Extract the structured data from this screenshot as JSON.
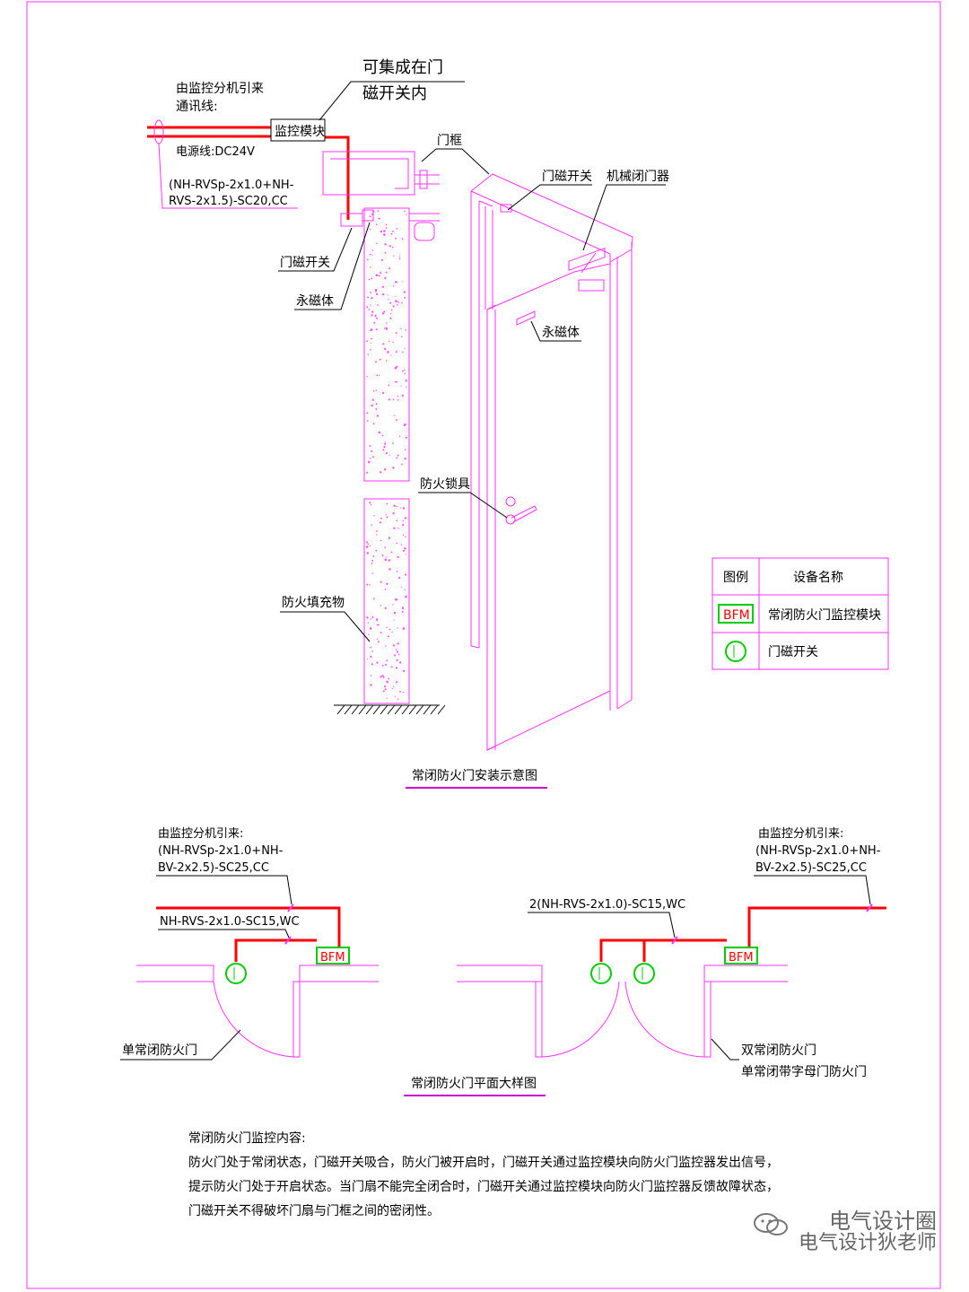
{
  "install": {
    "callout_top_1": "可集成在门",
    "callout_top_2": "磁开关内",
    "source_1": "由监控分机引来",
    "source_2": "通讯线:",
    "module": "监控模块",
    "power": "电源线:DC24V",
    "cable_1": "(NH-RVSp-2x1.0+NH-",
    "cable_2": "RVS-2x1.5)-SC20,CC",
    "door_frame": "门框",
    "door_switch": "门磁开关",
    "closer": "机械闭门器",
    "left_switch": "门磁开关",
    "left_magnet": "永磁体",
    "magnet": "永磁体",
    "lock": "防火锁具",
    "fill": "防火填充物",
    "title": "常闭防火门安装示意图"
  },
  "legend": {
    "col_symbol": "图例",
    "col_name": "设备名称",
    "rows": [
      {
        "symbol": "BFM",
        "name": "常闭防火门监控模块"
      },
      {
        "symbol": "",
        "name": "门磁开关"
      }
    ]
  },
  "plan": {
    "left_src_1": "由监控分机引来:",
    "left_src_2": "(NH-RVSp-2x1.0+NH-",
    "left_src_3": "BV-2x2.5)-SC25,CC",
    "left_cable": "NH-RVS-2x1.0-SC15,WC",
    "bfm": "BFM",
    "left_door": "单常闭防火门",
    "mid_cable": "2(NH-RVS-2x1.0)-SC15,WC",
    "right_src_1": "由监控分机引来:",
    "right_src_2": "(NH-RVSp-2x1.0+NH-",
    "right_src_3": "BV-2x2.5)-SC25,CC",
    "right_door_1": "双常闭防火门",
    "right_door_2": "单常闭带字母门防火门",
    "title": "常闭防火门平面大样图"
  },
  "description": {
    "heading": "常闭防火门监控内容:",
    "line1": "防火门处于常闭状态，门磁开关吸合，防火门被开启时，门磁开关通过监控模块向防火门监控器发出信号，",
    "line2": "提示防火门处于开启状态。当门扇不能完全闭合时，门磁开关通过监控模块向防火门监控器反馈故障状态，",
    "line3": "门磁开关不得破坏门扇与门框之间的密闭性。"
  },
  "watermark": {
    "line1": "电气设计圈",
    "line2": "电气设计狄老师"
  },
  "colors": {
    "wire": "#ff0000",
    "line": "#ff33ff",
    "symbol": "#00cc00"
  }
}
